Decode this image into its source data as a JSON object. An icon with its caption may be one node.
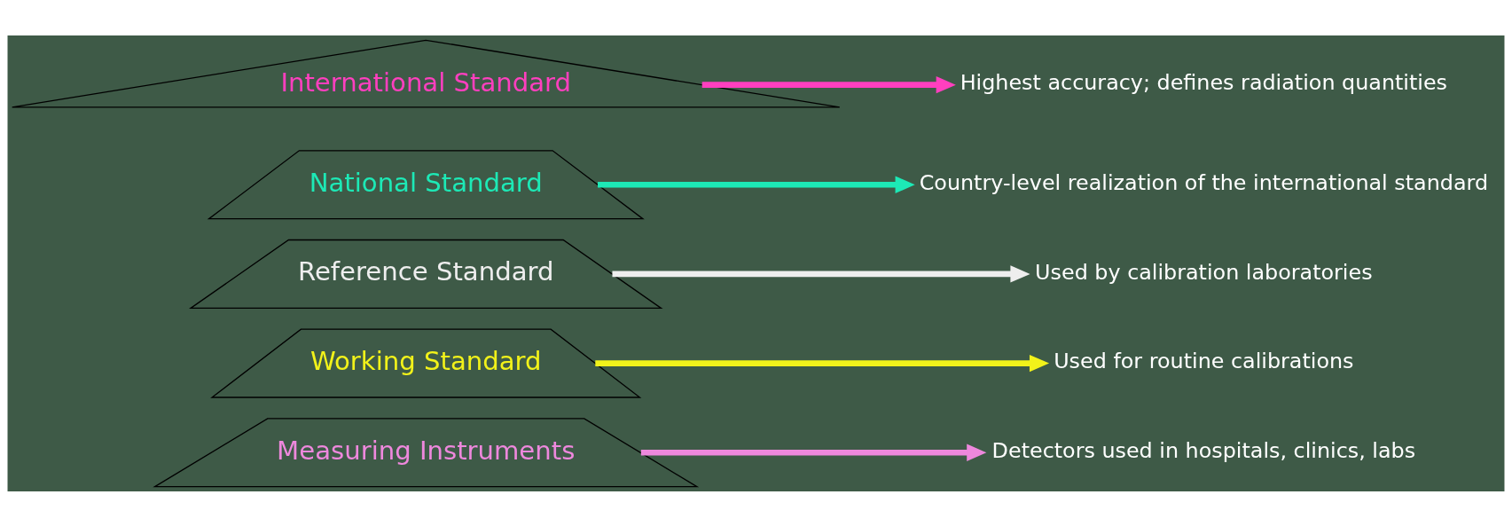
{
  "diagram": {
    "nodes": [
      {
        "text": [
          "International Standard"
        ]
      },
      {
        "text": [
          "Highest accuracy; defines radiation quantities"
        ]
      },
      {
        "text": [
          "National Standard"
        ]
      },
      {
        "text": [
          "Country-level realization of the international standard"
        ]
      },
      {
        "text": [
          "Reference Standard"
        ]
      },
      {
        "text": [
          "Used by calibration laboratories"
        ]
      },
      {
        "text": [
          "Working Standard"
        ]
      },
      {
        "text": [
          "Used for routine calibrations"
        ]
      },
      {
        "text": [
          "Measuring Instruments"
        ]
      },
      {
        "text": [
          "Detectors used in hospitals, clinics, labs"
        ]
      }
    ],
    "edges": [
      {
        "from": 0,
        "to": 1,
        "arrow": "to",
        "color": "#ff3fbf"
      },
      {
        "from": 2,
        "to": 3,
        "arrow": "to",
        "color": "#1de9b6"
      },
      {
        "from": 4,
        "to": 5,
        "arrow": "to",
        "color": "#eeeeee"
      },
      {
        "from": 6,
        "to": 7,
        "arrow": "to",
        "color": "#f2f21a"
      },
      {
        "from": 8,
        "to": 9,
        "arrow": "to",
        "color": "#ee88dd"
      }
    ]
  }
}
